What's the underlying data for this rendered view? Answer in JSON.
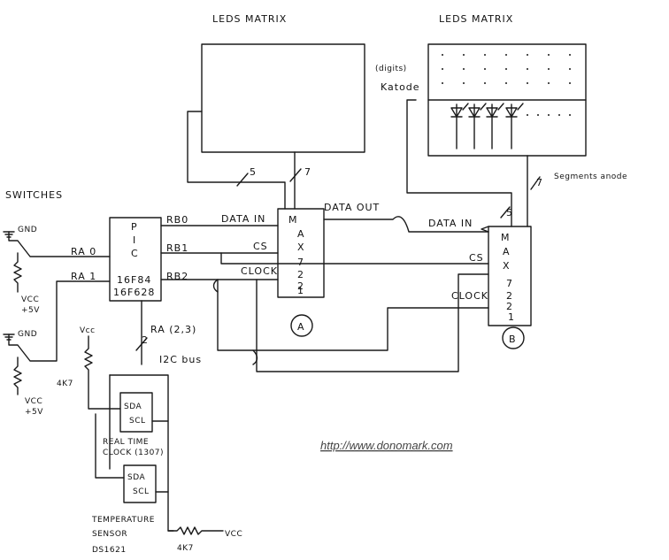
{
  "titles": {
    "matrix_a": "LEDS MATRIX",
    "matrix_b": "LEDS MATRIX"
  },
  "switches": {
    "title": "SWITCHES",
    "gnd1": "GND",
    "gnd2": "GND",
    "vcc1": "VCC",
    "v1": "+5V",
    "vcc2": "VCC",
    "v2": "+5V"
  },
  "pic": {
    "name_p": "P",
    "name_i": "I",
    "name_c": "C",
    "part1": "16F84",
    "part2": "16F628",
    "pin_ra0": "RA 0",
    "pin_ra1": "RA 1",
    "pin_rb0": "RB0",
    "pin_rb1": "RB1",
    "pin_rb2": "RB2",
    "pin_ra23": "RA (2,3)"
  },
  "max_a": {
    "letters": [
      "M",
      "A",
      "X",
      "7",
      "2",
      "2",
      "1"
    ],
    "label": "A",
    "data_in": "DATA IN",
    "cs": "CS",
    "clock": "CLOCK",
    "data_out": "DATA OUT",
    "bus_5": "5",
    "bus_7": "7"
  },
  "max_b": {
    "letters": [
      "M",
      "A",
      "X",
      "7",
      "2",
      "2",
      "1"
    ],
    "label": "B",
    "data_in": "DATA IN",
    "cs": "CS",
    "clock": "CLOCK",
    "bus_5": "5",
    "bus_7": "7",
    "segments": "Segments anode",
    "digits": "(digits)",
    "katode": "Katode"
  },
  "i2c": {
    "bus_2": "2",
    "bus_label": "I2C bus",
    "vcc_left": "Vcc",
    "res_left": "4K7",
    "rtc_sda": "SDA",
    "rtc_scl": "SCL",
    "rtc_label1": "REAL TIME",
    "rtc_label2": "CLOCK (1307)",
    "ts_sda": "SDA",
    "ts_scl": "SCL",
    "ts_label1": "TEMPERATURE",
    "ts_label2": "SENSOR",
    "ts_label3": "DS1621",
    "res_right": "4K7",
    "vcc_right": "VCC"
  },
  "footer": {
    "url": "http://www.donomark.com"
  }
}
